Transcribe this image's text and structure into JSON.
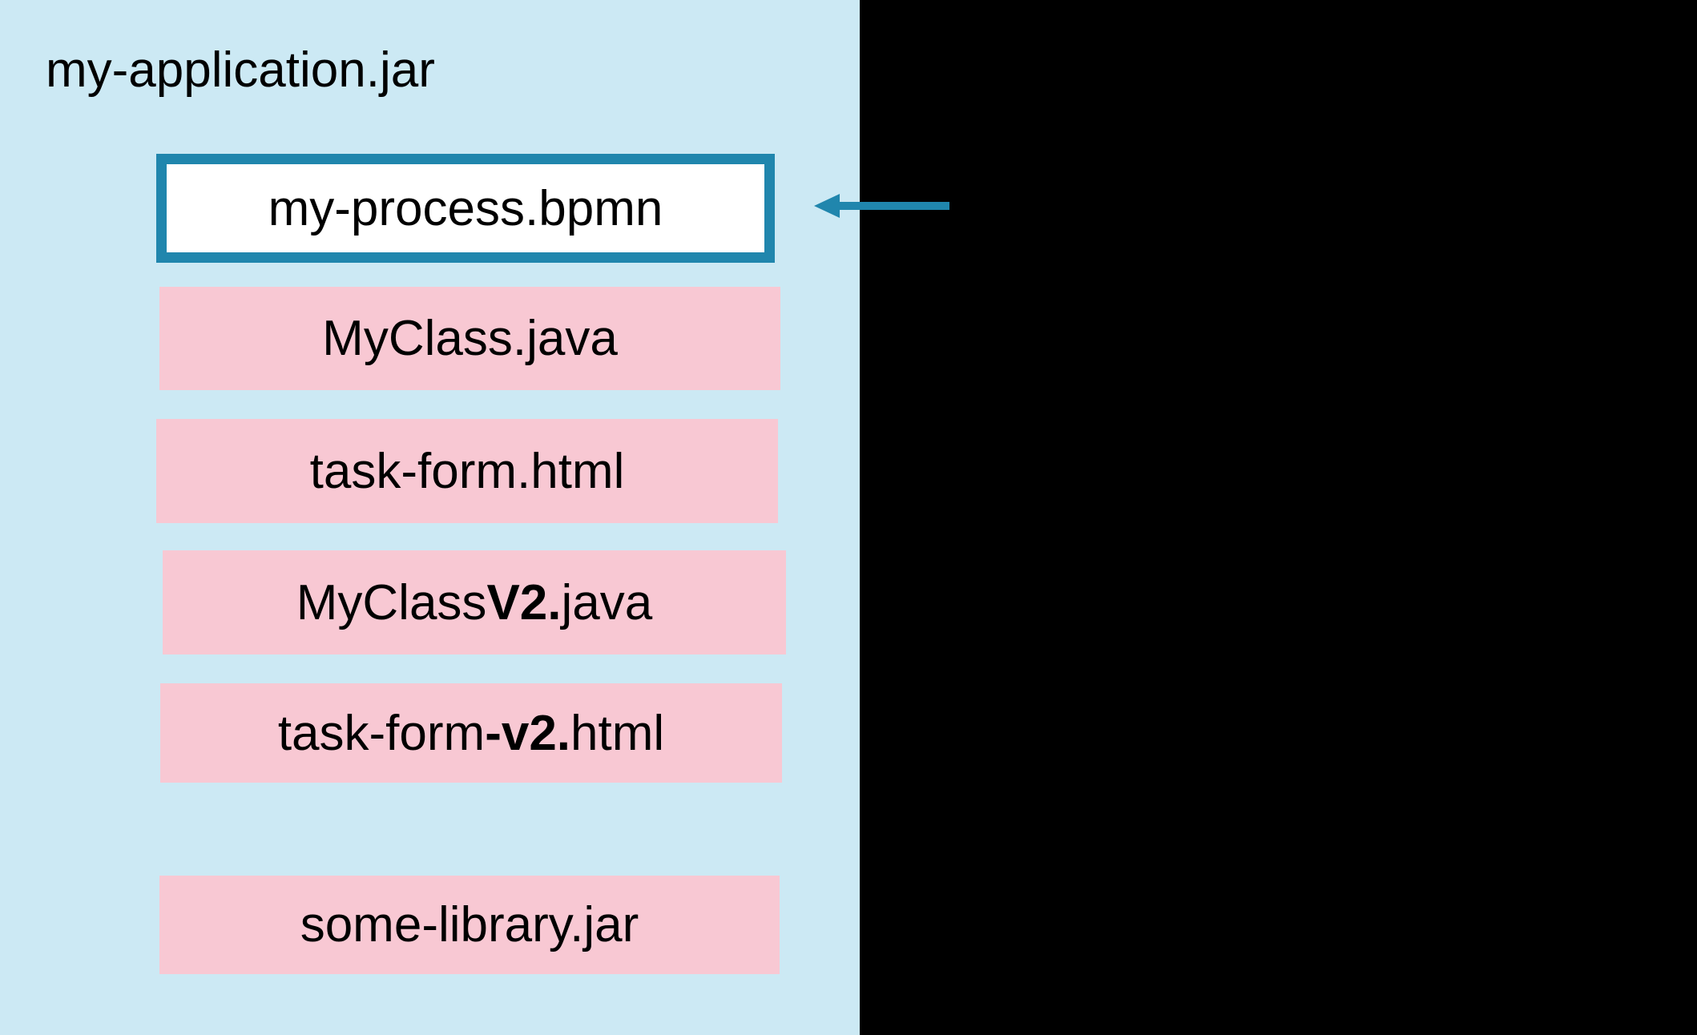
{
  "colors": {
    "canvas-black": "#000000",
    "panel-blue": "#cce9f4",
    "box-pink": "#f8c8d3",
    "box-white": "#ffffff",
    "accent-teal": "#2086ad",
    "text-black": "#000000"
  },
  "panel": {
    "title": "my-application.jar",
    "highlight_box": {
      "label": "my-process.bpmn"
    },
    "arrow_icon": "left-arrow",
    "files": [
      {
        "label": "MyClass.java",
        "segments": [
          {
            "text": "MyClass.java",
            "bold": false
          }
        ]
      },
      {
        "label": "task-form.html",
        "segments": [
          {
            "text": "task-form.html",
            "bold": false
          }
        ]
      },
      {
        "label": "MyClassV2.java",
        "segments": [
          {
            "text": "MyClass",
            "bold": false
          },
          {
            "text": "V2.",
            "bold": true
          },
          {
            "text": "java",
            "bold": false
          }
        ]
      },
      {
        "label": "task-form-v2.html",
        "segments": [
          {
            "text": "task-form",
            "bold": false
          },
          {
            "text": "-v2.",
            "bold": true
          },
          {
            "text": "html",
            "bold": false
          }
        ]
      },
      {
        "label": "some-library.jar",
        "segments": [
          {
            "text": "some-library.jar",
            "bold": false
          }
        ]
      }
    ]
  }
}
